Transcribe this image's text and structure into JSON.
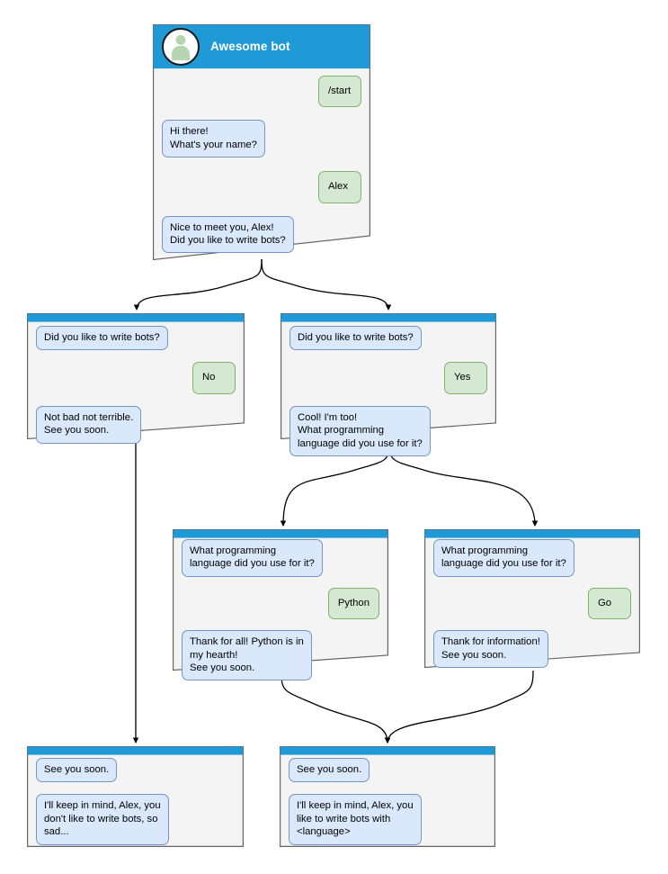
{
  "colors": {
    "header_blue": "#1f9ad6",
    "node_fill": "#f4f4f4",
    "node_stroke": "#666666",
    "bot_bubble_fill": "#dae8fc",
    "bot_bubble_stroke": "#7694c4",
    "user_bubble_fill": "#d5e8d4",
    "user_bubble_stroke": "#82b366",
    "edge_stroke": "#000000",
    "avatar_fill": "#ffffff",
    "avatar_person": "#b5d6b0",
    "page_bg": "#ffffff"
  },
  "diagram": {
    "type": "chatbot-conversation-flow",
    "nodes": [
      {
        "id": "root",
        "kind": "root",
        "title": "Awesome bot",
        "avatar_icon": "person-avatar-icon",
        "messages": [
          {
            "side": "user",
            "text": "/start"
          },
          {
            "side": "bot",
            "text": "Hi there!\nWhat's your name?"
          },
          {
            "side": "user",
            "text": "Alex"
          },
          {
            "side": "bot",
            "text": "Nice to meet you, Alex!\nDid you like to write bots?"
          }
        ]
      },
      {
        "id": "no-branch",
        "kind": "screen",
        "messages": [
          {
            "side": "bot",
            "text": "Did you like to write bots?"
          },
          {
            "side": "user",
            "text": "No"
          },
          {
            "side": "bot",
            "text": "Not bad not terrible.\nSee you soon."
          }
        ]
      },
      {
        "id": "yes-branch",
        "kind": "screen",
        "messages": [
          {
            "side": "bot",
            "text": "Did you like to write bots?"
          },
          {
            "side": "user",
            "text": "Yes"
          },
          {
            "side": "bot",
            "text": "Cool! I'm too!\nWhat programming\nlanguage did you use for it?"
          }
        ]
      },
      {
        "id": "python-branch",
        "kind": "screen",
        "messages": [
          {
            "side": "bot",
            "text": "What programming\nlanguage did you use for it?"
          },
          {
            "side": "user",
            "text": "Python"
          },
          {
            "side": "bot",
            "text": "Thank for all! Python is in\nmy hearth!\nSee you soon."
          }
        ]
      },
      {
        "id": "go-branch",
        "kind": "screen",
        "messages": [
          {
            "side": "bot",
            "text": "What programming\nlanguage did you use for it?"
          },
          {
            "side": "user",
            "text": "Go"
          },
          {
            "side": "bot",
            "text": "Thank for information!\nSee you soon."
          }
        ]
      },
      {
        "id": "end-no",
        "kind": "screen",
        "messages": [
          {
            "side": "bot",
            "text": "See you soon."
          },
          {
            "side": "bot",
            "text": "I'll keep in mind, Alex, you\ndon't like to write bots, so\nsad..."
          }
        ]
      },
      {
        "id": "end-yes",
        "kind": "screen",
        "messages": [
          {
            "side": "bot",
            "text": "See you soon."
          },
          {
            "side": "bot",
            "text": "I'll keep in mind, Alex, you\nlike to write bots with\n<language>"
          }
        ]
      }
    ]
  }
}
